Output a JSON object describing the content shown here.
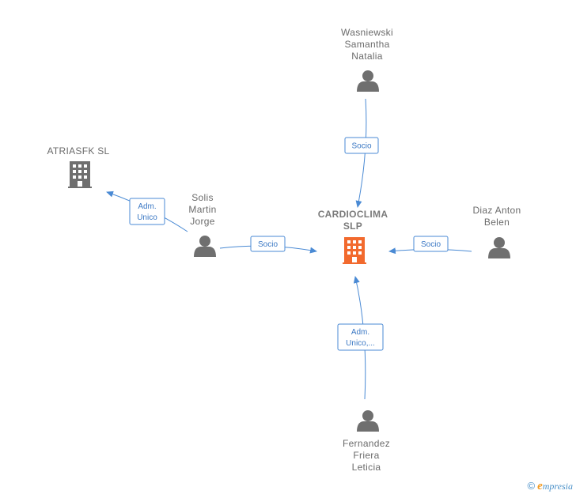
{
  "colors": {
    "edge": "#4a8ad4",
    "node_gray": "#6f6f6f",
    "center_node": "#f26a2e",
    "label": "#6b6b6b"
  },
  "nodes": {
    "center": {
      "lines": [
        "CARDIOCLIMA",
        "SLP"
      ],
      "icon": "building-icon"
    },
    "wasniewski": {
      "lines": [
        "Wasniewski",
        "Samantha",
        "Natalia"
      ],
      "icon": "person-icon"
    },
    "atriasfk": {
      "lines": [
        "ATRIASFK  SL"
      ],
      "icon": "building-icon"
    },
    "solis": {
      "lines": [
        "Solis",
        "Martin",
        "Jorge"
      ],
      "icon": "person-icon"
    },
    "diaz": {
      "lines": [
        "Diaz Anton",
        "Belen"
      ],
      "icon": "person-icon"
    },
    "fernandez": {
      "lines": [
        "Fernandez",
        "Friera",
        "Leticia"
      ],
      "icon": "person-icon"
    }
  },
  "edges": {
    "wasniewski_center": {
      "lines": [
        "Socio"
      ]
    },
    "solis_atriasfk": {
      "lines": [
        "Adm.",
        "Unico"
      ]
    },
    "solis_center": {
      "lines": [
        "Socio"
      ]
    },
    "diaz_center": {
      "lines": [
        "Socio"
      ]
    },
    "fernandez_center": {
      "lines": [
        "Adm.",
        "Unico,..."
      ]
    }
  },
  "footer": {
    "copyright_symbol": "©",
    "brand_initial": "e",
    "brand_rest": "mpresia"
  }
}
